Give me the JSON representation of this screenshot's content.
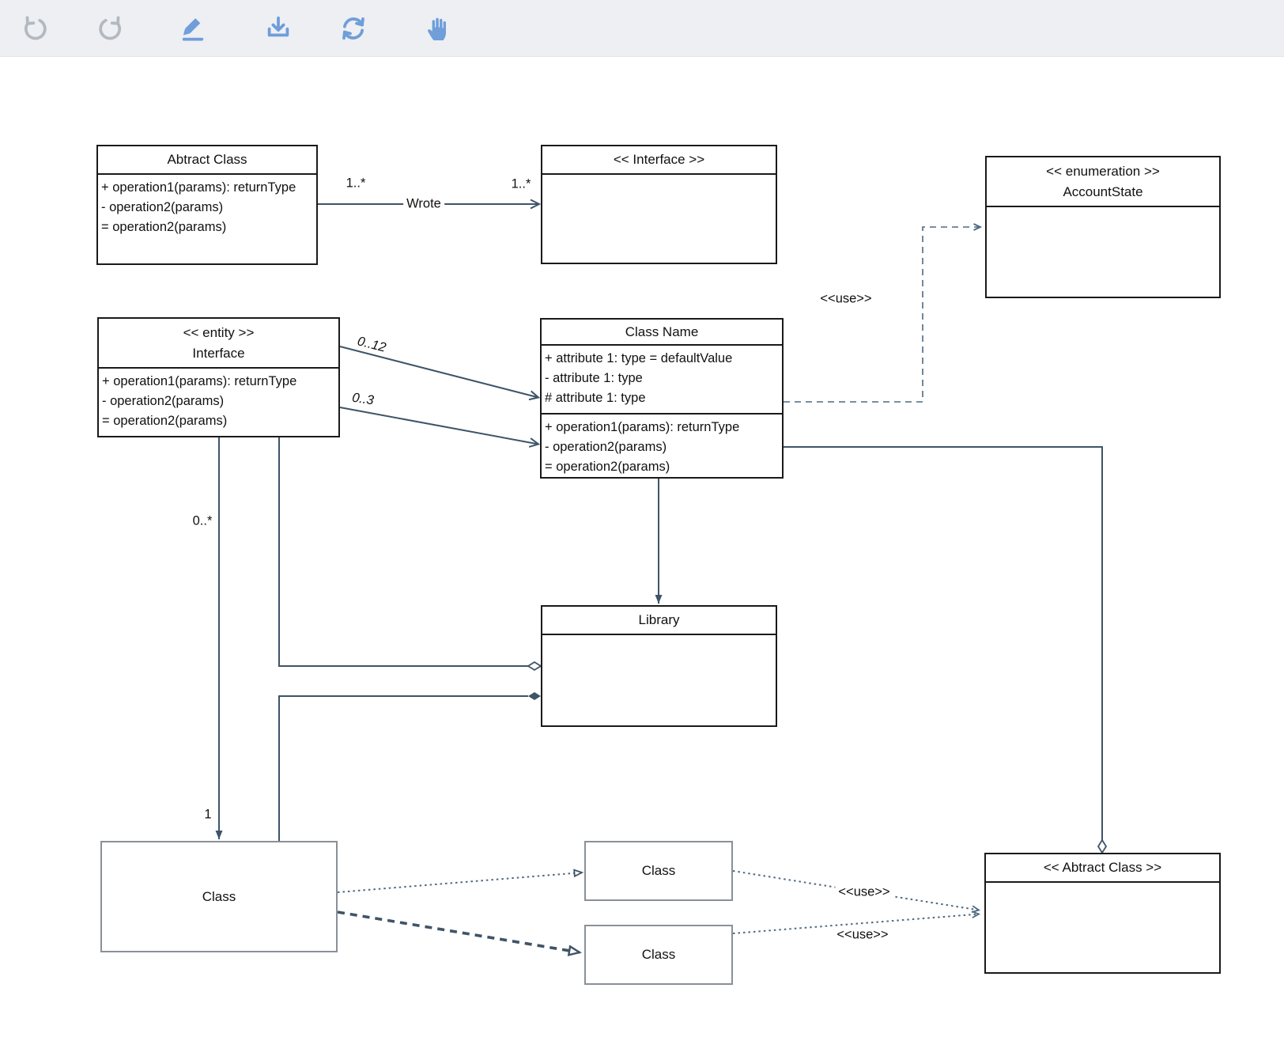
{
  "app": {
    "toolbar": {
      "icons": [
        "undo",
        "redo",
        "edit-pencil",
        "download",
        "sync",
        "pan-hand"
      ]
    }
  },
  "colors": {
    "toolbar_bg": "#edeff3",
    "icon_blue": "#6f9ed9",
    "icon_gray": "#b3b9c0",
    "canvas_bg": "#ffffff",
    "line": "#3e5468",
    "dash_line": "#4e6880",
    "box_border": "#1a1a1a",
    "muted_box_border": "#8a9097",
    "text": "#111111"
  },
  "diagram": {
    "boxes": {
      "abstract_top": {
        "title": "Abtract Class",
        "members": [
          "+ operation1(params): returnType",
          "- operation2(params)",
          "= operation2(params)"
        ]
      },
      "interface_top": {
        "title": "<< Interface >>"
      },
      "enumeration": {
        "stereotype": "<< enumeration >>",
        "name": "AccountState"
      },
      "entity_interface": {
        "stereotype": "<< entity >>",
        "name": "Interface",
        "members": [
          "+ operation1(params): returnType",
          "- operation2(params)",
          "= operation2(params)"
        ]
      },
      "class_name": {
        "title": "Class Name",
        "attributes": [
          "+ attribute 1: type = defaultValue",
          "- attribute 1: type",
          "# attribute 1: type"
        ],
        "operations": [
          "+ operation1(params): returnType",
          "- operation2(params)",
          "= operation2(params)"
        ]
      },
      "library": {
        "title": "Library"
      },
      "class_big": {
        "title": "Class"
      },
      "class_small_top": {
        "title": "Class"
      },
      "class_small_bottom": {
        "title": "Class"
      },
      "abstract_bottom": {
        "title": "<< Abtract Class >>"
      }
    },
    "edge_labels": {
      "wrote": "Wrote",
      "wrote_source_mult": "1..*",
      "wrote_target_mult": "1..*",
      "assoc_0_12": "0..12",
      "assoc_0_3": "0..3",
      "vertical_mult_upper": "0..*",
      "vertical_mult_lower": "1",
      "use_enumeration": "<<use>>",
      "use_upper": "<<use>>",
      "use_lower": "<<use>>"
    }
  }
}
